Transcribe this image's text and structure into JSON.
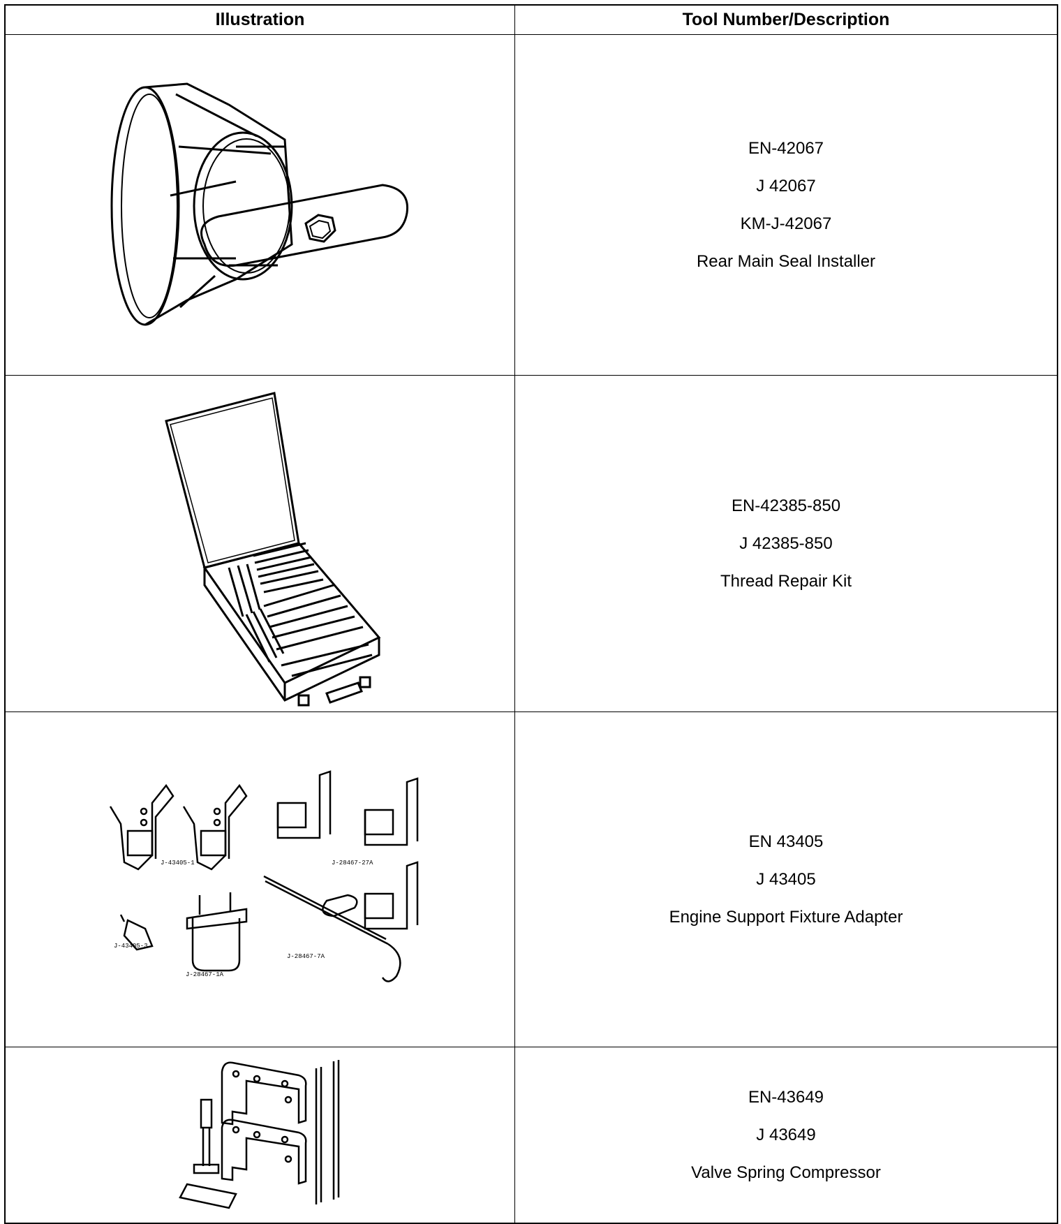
{
  "header": {
    "illustration": "Illustration",
    "description": "Tool Number/Description"
  },
  "rows": [
    {
      "lines": [
        "EN-42067",
        "J 42067",
        "KM-J-42067",
        "Rear Main Seal Installer"
      ],
      "illustration_icon": "rear-main-seal-installer"
    },
    {
      "lines": [
        "EN-42385-850",
        "J 42385-850",
        "Thread Repair Kit"
      ],
      "illustration_icon": "thread-repair-kit-case"
    },
    {
      "lines": [
        "EN 43405",
        "J 43405",
        "Engine Support Fixture Adapter"
      ],
      "illustration_icon": "engine-support-fixture-adapter-parts",
      "part_labels": [
        "J-43405-1",
        "J-28467-27A",
        "J-43405-3",
        "J-28467-7A",
        "J-28467-1A"
      ]
    },
    {
      "lines": [
        "EN-43649",
        "J 43649",
        "Valve Spring Compressor"
      ],
      "illustration_icon": "valve-spring-compressor"
    }
  ]
}
